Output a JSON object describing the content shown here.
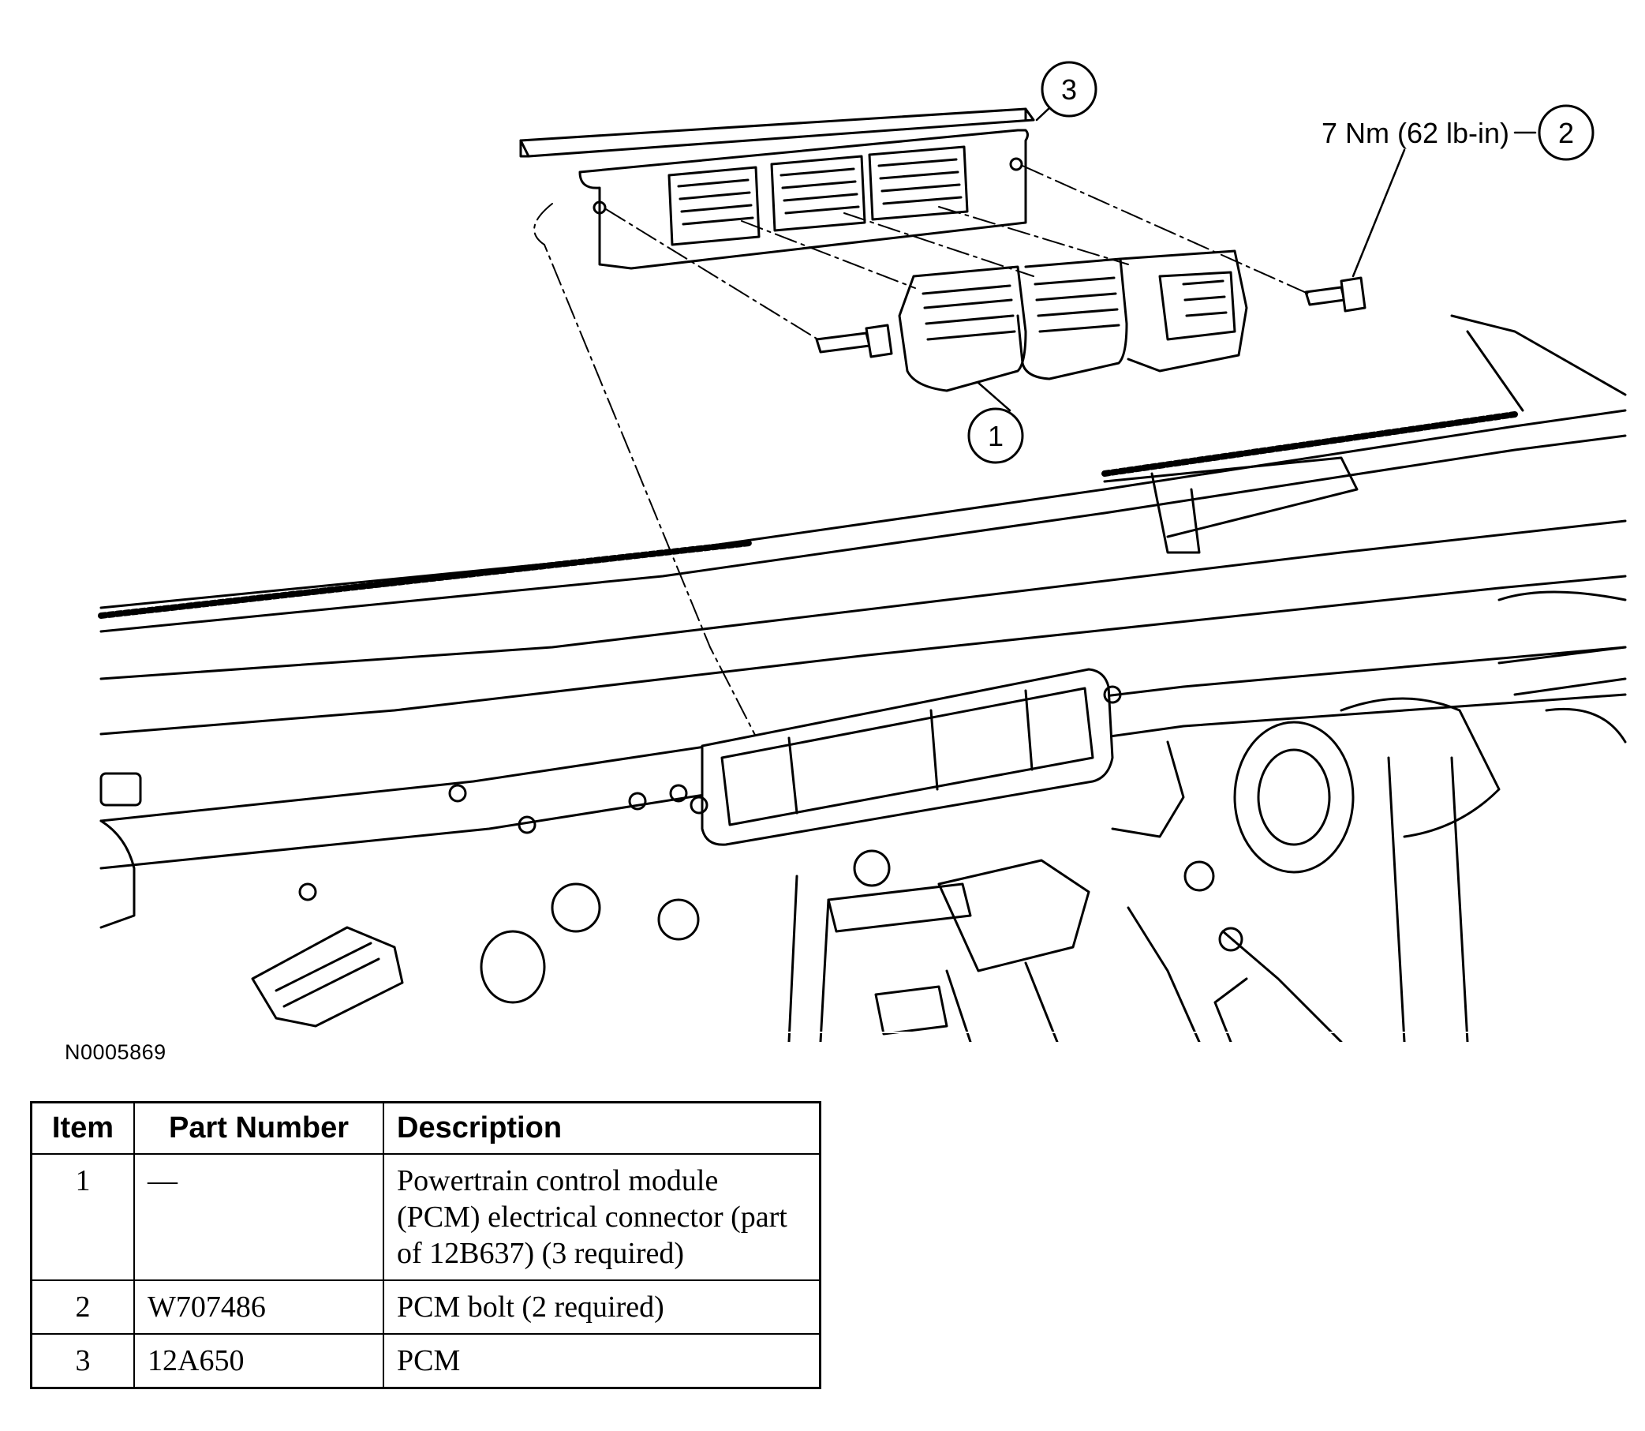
{
  "figure_id": "N0005869",
  "callouts": [
    {
      "number": "1"
    },
    {
      "number": "2",
      "label": "7 Nm (62 lb-in)"
    },
    {
      "number": "3"
    }
  ],
  "table": {
    "headers": [
      "Item",
      "Part Number",
      "Description"
    ],
    "rows": [
      {
        "item": "1",
        "part_number": "—",
        "description": "Powertrain control module (PCM) electrical connector (part of 12B637) (3 required)"
      },
      {
        "item": "2",
        "part_number": "W707486",
        "description": "PCM bolt (2 required)"
      },
      {
        "item": "3",
        "part_number": "12A650",
        "description": "PCM"
      }
    ]
  }
}
